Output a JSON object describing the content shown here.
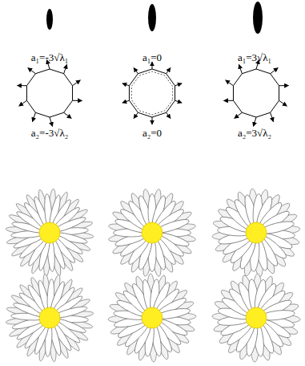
{
  "diagram": {
    "labels": [
      "a₁=-3√λ₁",
      "a₁=0",
      "a₁=3√λ₁",
      "a₂=-3√λ₂",
      "a₂=0",
      "a₂=3√λ₂"
    ]
  }
}
